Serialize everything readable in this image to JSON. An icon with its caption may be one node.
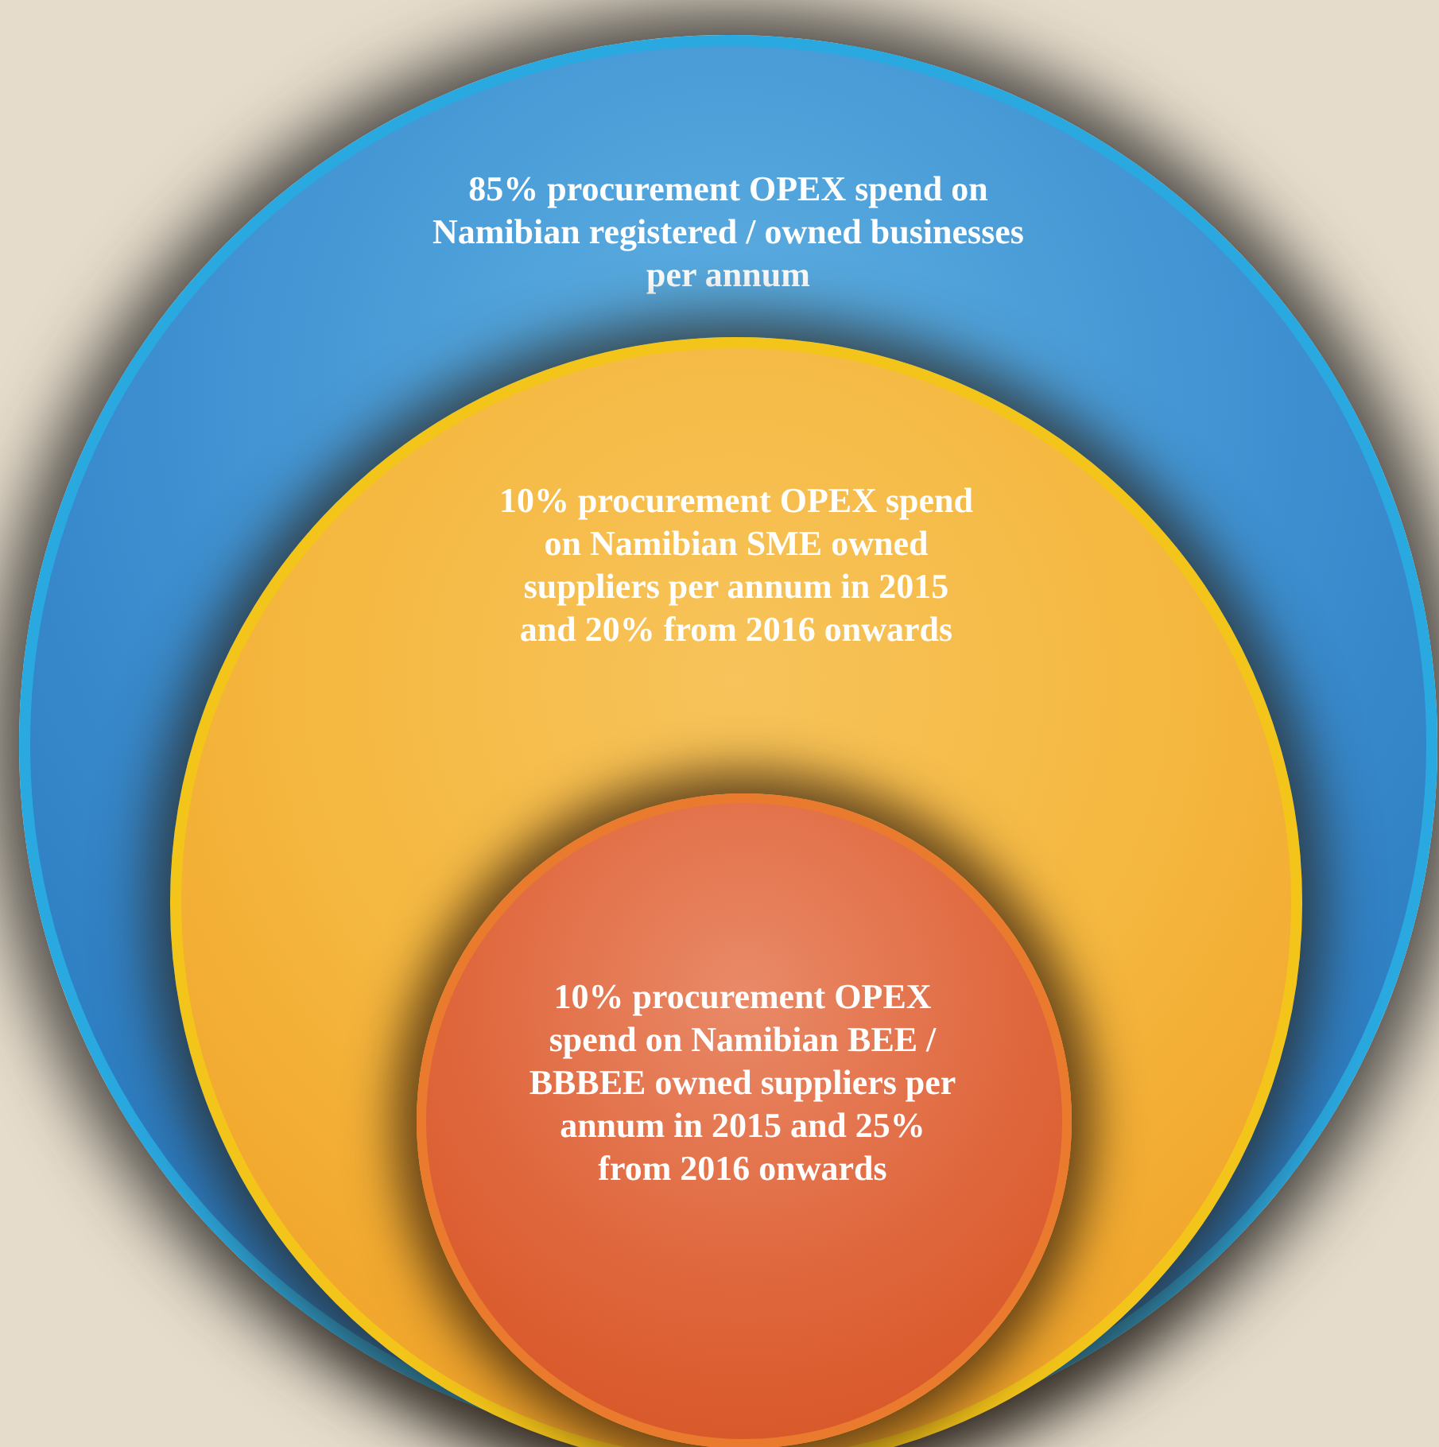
{
  "diagram": {
    "nodes": [
      {
        "text": [
          "85%  procurement OPEX spend on Namibian registered / owned businesses per annum"
        ]
      },
      {
        "text": [
          "10% procurement OPEX spend on Namibian SME owned suppliers per annum in 2015 and 20% from 2016 onwards"
        ],
        "in": 0
      },
      {
        "text": [
          "10% procurement OPEX spend on Namibian BEE / BBBEE owned suppliers per annum in 2015 and 25% from 2016 onwards"
        ],
        "in": 1
      }
    ]
  }
}
